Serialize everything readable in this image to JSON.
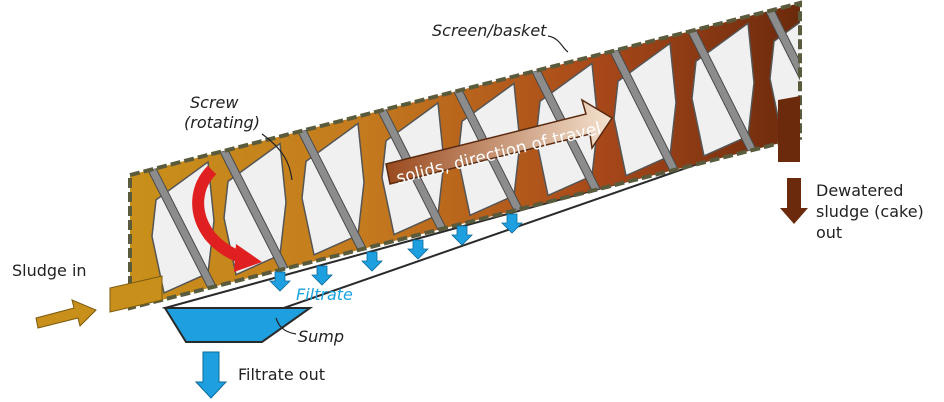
{
  "labels": {
    "screen_basket": "Screen/basket",
    "screw_line1": "Screw",
    "screw_line2": "(rotating)",
    "solids_direction": "solids, direction of travel",
    "dewatered_line1": "Dewatered",
    "dewatered_line2": "sludge (cake)",
    "dewatered_line3": "out",
    "sludge_in": "Sludge in",
    "filtrate": "Filtrate",
    "sump": "Sump",
    "filtrate_out": "Filtrate out"
  },
  "colors": {
    "outline": "#5a5a3c",
    "screw_flight": "#8c8c8c",
    "screw_face": "#f0f0f0",
    "sludge_gold": "#c8901a",
    "cake_brown": "#6b2a0c",
    "filtrate_blue": "#1ea0e0",
    "arrow_red": "#e02020"
  },
  "icons": {
    "rotation": "curved-red-arrow",
    "travel": "large-right-arrow",
    "drops": "down-arrow"
  }
}
